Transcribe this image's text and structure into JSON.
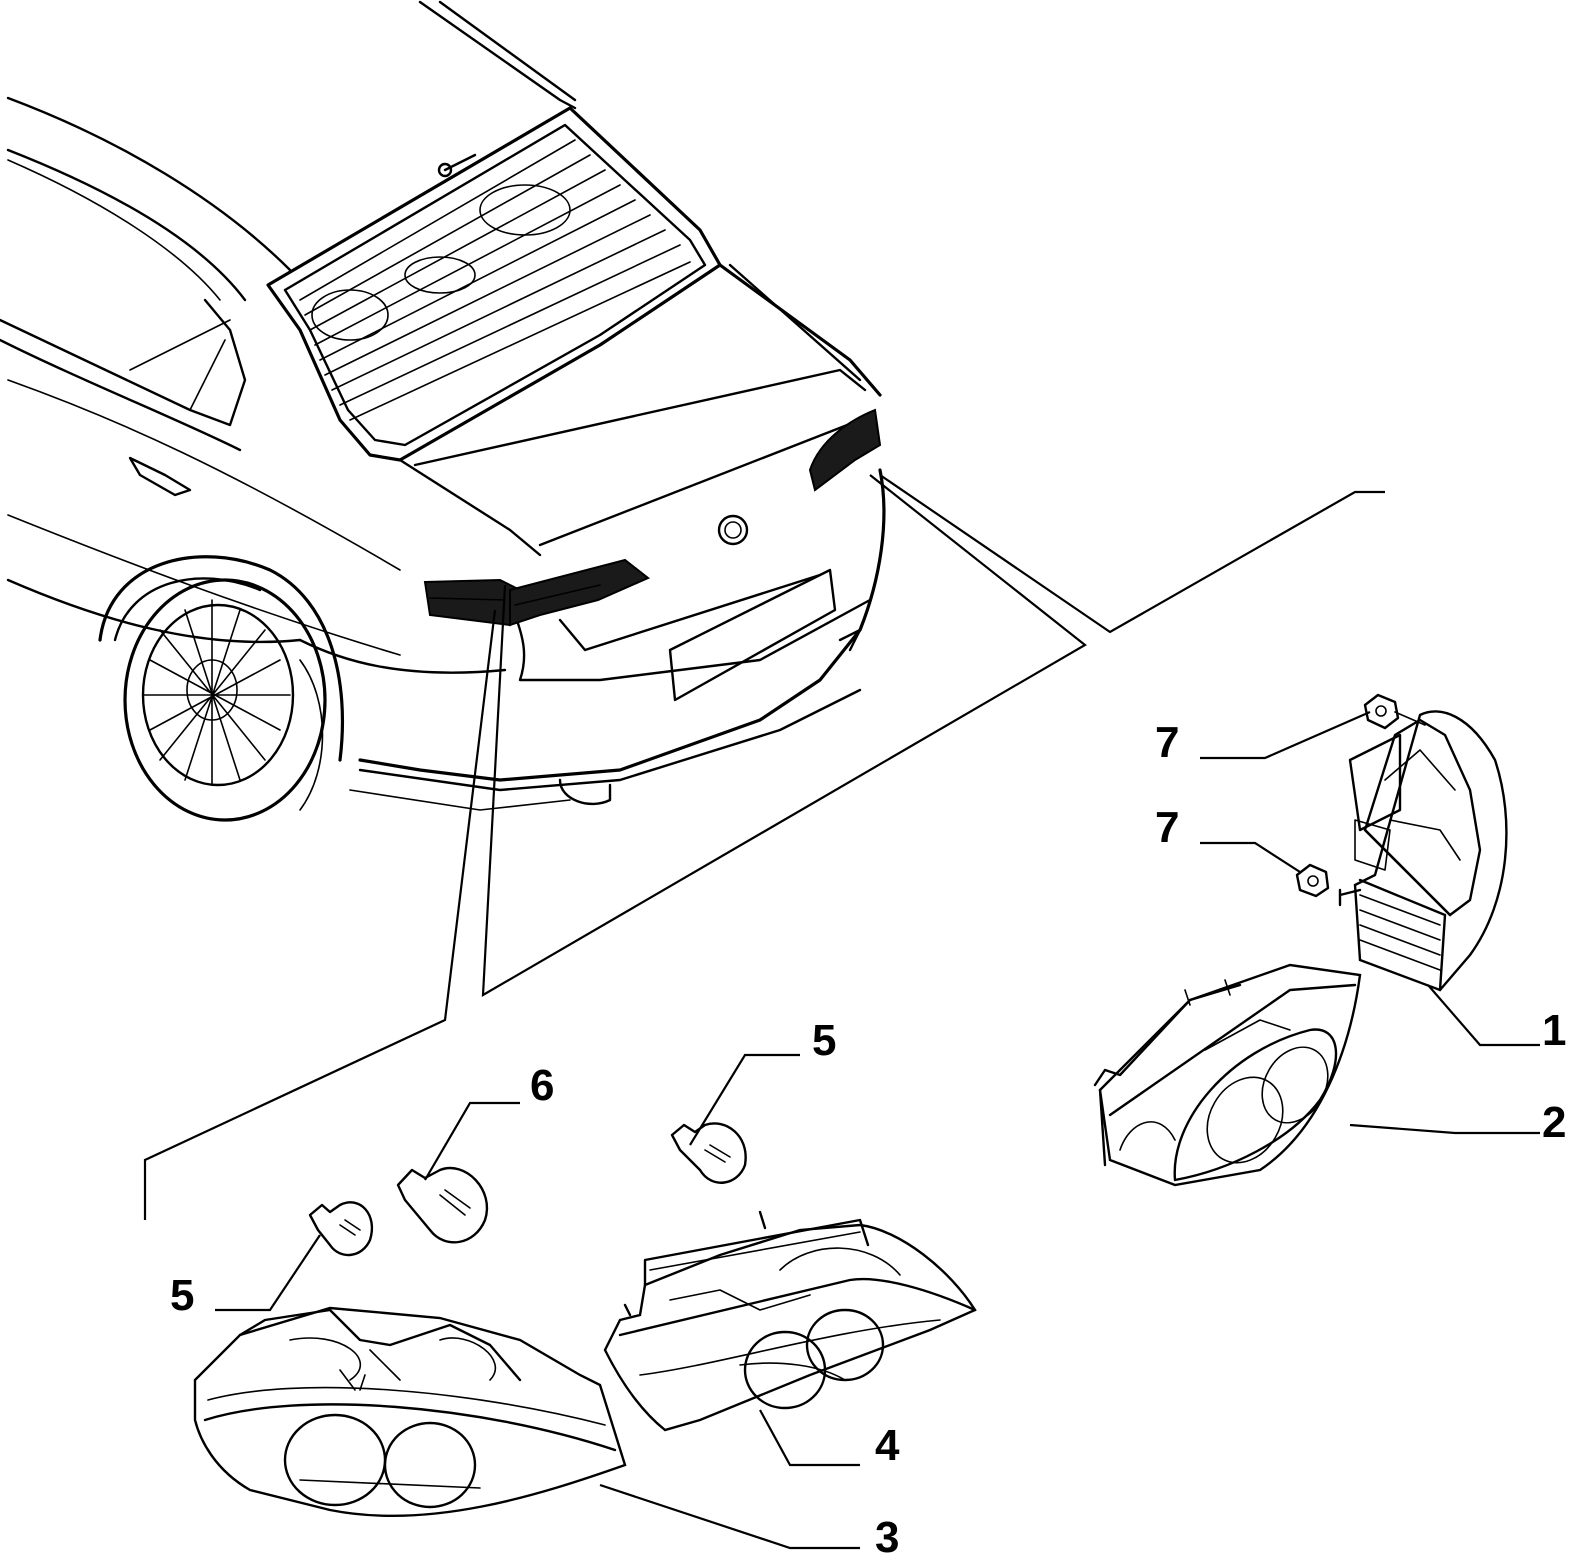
{
  "diagram": {
    "colors": {
      "line": "#000000",
      "background": "#ffffff",
      "dark_lamp": "#1a1a1a"
    },
    "callouts": [
      {
        "id": "c1",
        "label": "1"
      },
      {
        "id": "c2",
        "label": "2"
      },
      {
        "id": "c3",
        "label": "3"
      },
      {
        "id": "c4",
        "label": "4"
      },
      {
        "id": "c5a",
        "label": "5"
      },
      {
        "id": "c5b",
        "label": "5"
      },
      {
        "id": "c6",
        "label": "6"
      },
      {
        "id": "c7a",
        "label": "7"
      },
      {
        "id": "c7b",
        "label": "7"
      }
    ]
  }
}
